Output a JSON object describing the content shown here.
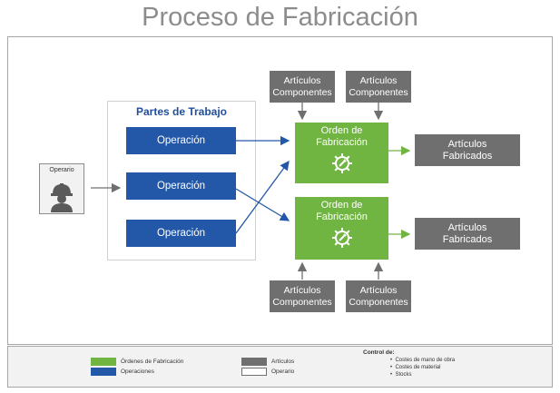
{
  "title": "Proceso de Fabricación",
  "operario": {
    "label": "Operario"
  },
  "partes": {
    "title": "Partes de Trabajo",
    "ops": [
      "Operación",
      "Operación",
      "Operación"
    ]
  },
  "articulos_top": [
    {
      "line1": "Artículos",
      "line2": "Componentes"
    },
    {
      "line1": "Artículos",
      "line2": "Componentes"
    }
  ],
  "articulos_bottom": [
    {
      "line1": "Artículos",
      "line2": "Componentes"
    },
    {
      "line1": "Artículos",
      "line2": "Componentes"
    }
  ],
  "ordenes": [
    {
      "line1": "Orden de",
      "line2": "Fabricación",
      "icon": "gear-wrench-icon"
    },
    {
      "line1": "Orden de",
      "line2": "Fabricación",
      "icon": "gear-wrench-icon"
    }
  ],
  "fabricados": [
    {
      "line1": "Artículos",
      "line2": "Fabricados"
    },
    {
      "line1": "Artículos",
      "line2": "Fabricados"
    }
  ],
  "legend": {
    "ordenes": "Órdenes de Fabricación",
    "operaciones": "Operaciones",
    "articulos": "Artículos",
    "operario": "Operario",
    "control_title": "Control de:",
    "control_items": [
      "Costes de mano de obra",
      "Costes de material",
      "Stocks"
    ]
  },
  "colors": {
    "green": "#70b442",
    "blue": "#2358a8",
    "gray": "#6f6f6f",
    "title": "#8c8c8c"
  }
}
